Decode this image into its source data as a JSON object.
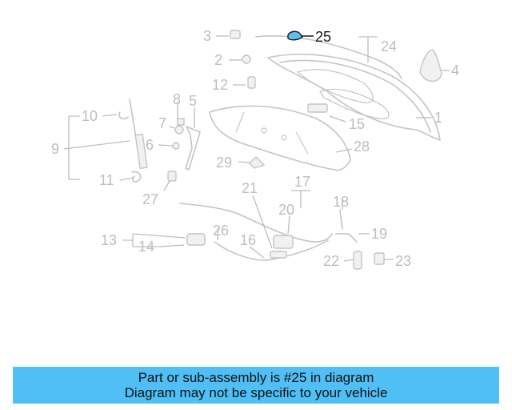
{
  "diagram": {
    "callouts": [
      "1",
      "2",
      "3",
      "4",
      "5",
      "6",
      "7",
      "8",
      "9",
      "10",
      "11",
      "12",
      "13",
      "14",
      "15",
      "16",
      "17",
      "18",
      "19",
      "20",
      "21",
      "22",
      "23",
      "24",
      "25",
      "26",
      "27",
      "28",
      "29"
    ],
    "highlighted_callout": "25",
    "colors": {
      "highlight_fill": "#5bc0f0",
      "banner": "#4fbff5",
      "muted": "#bdbdbd"
    }
  },
  "banner": {
    "line1": "Part or sub-assembly is #25 in diagram",
    "line2": "Diagram may not be specific to your vehicle"
  }
}
